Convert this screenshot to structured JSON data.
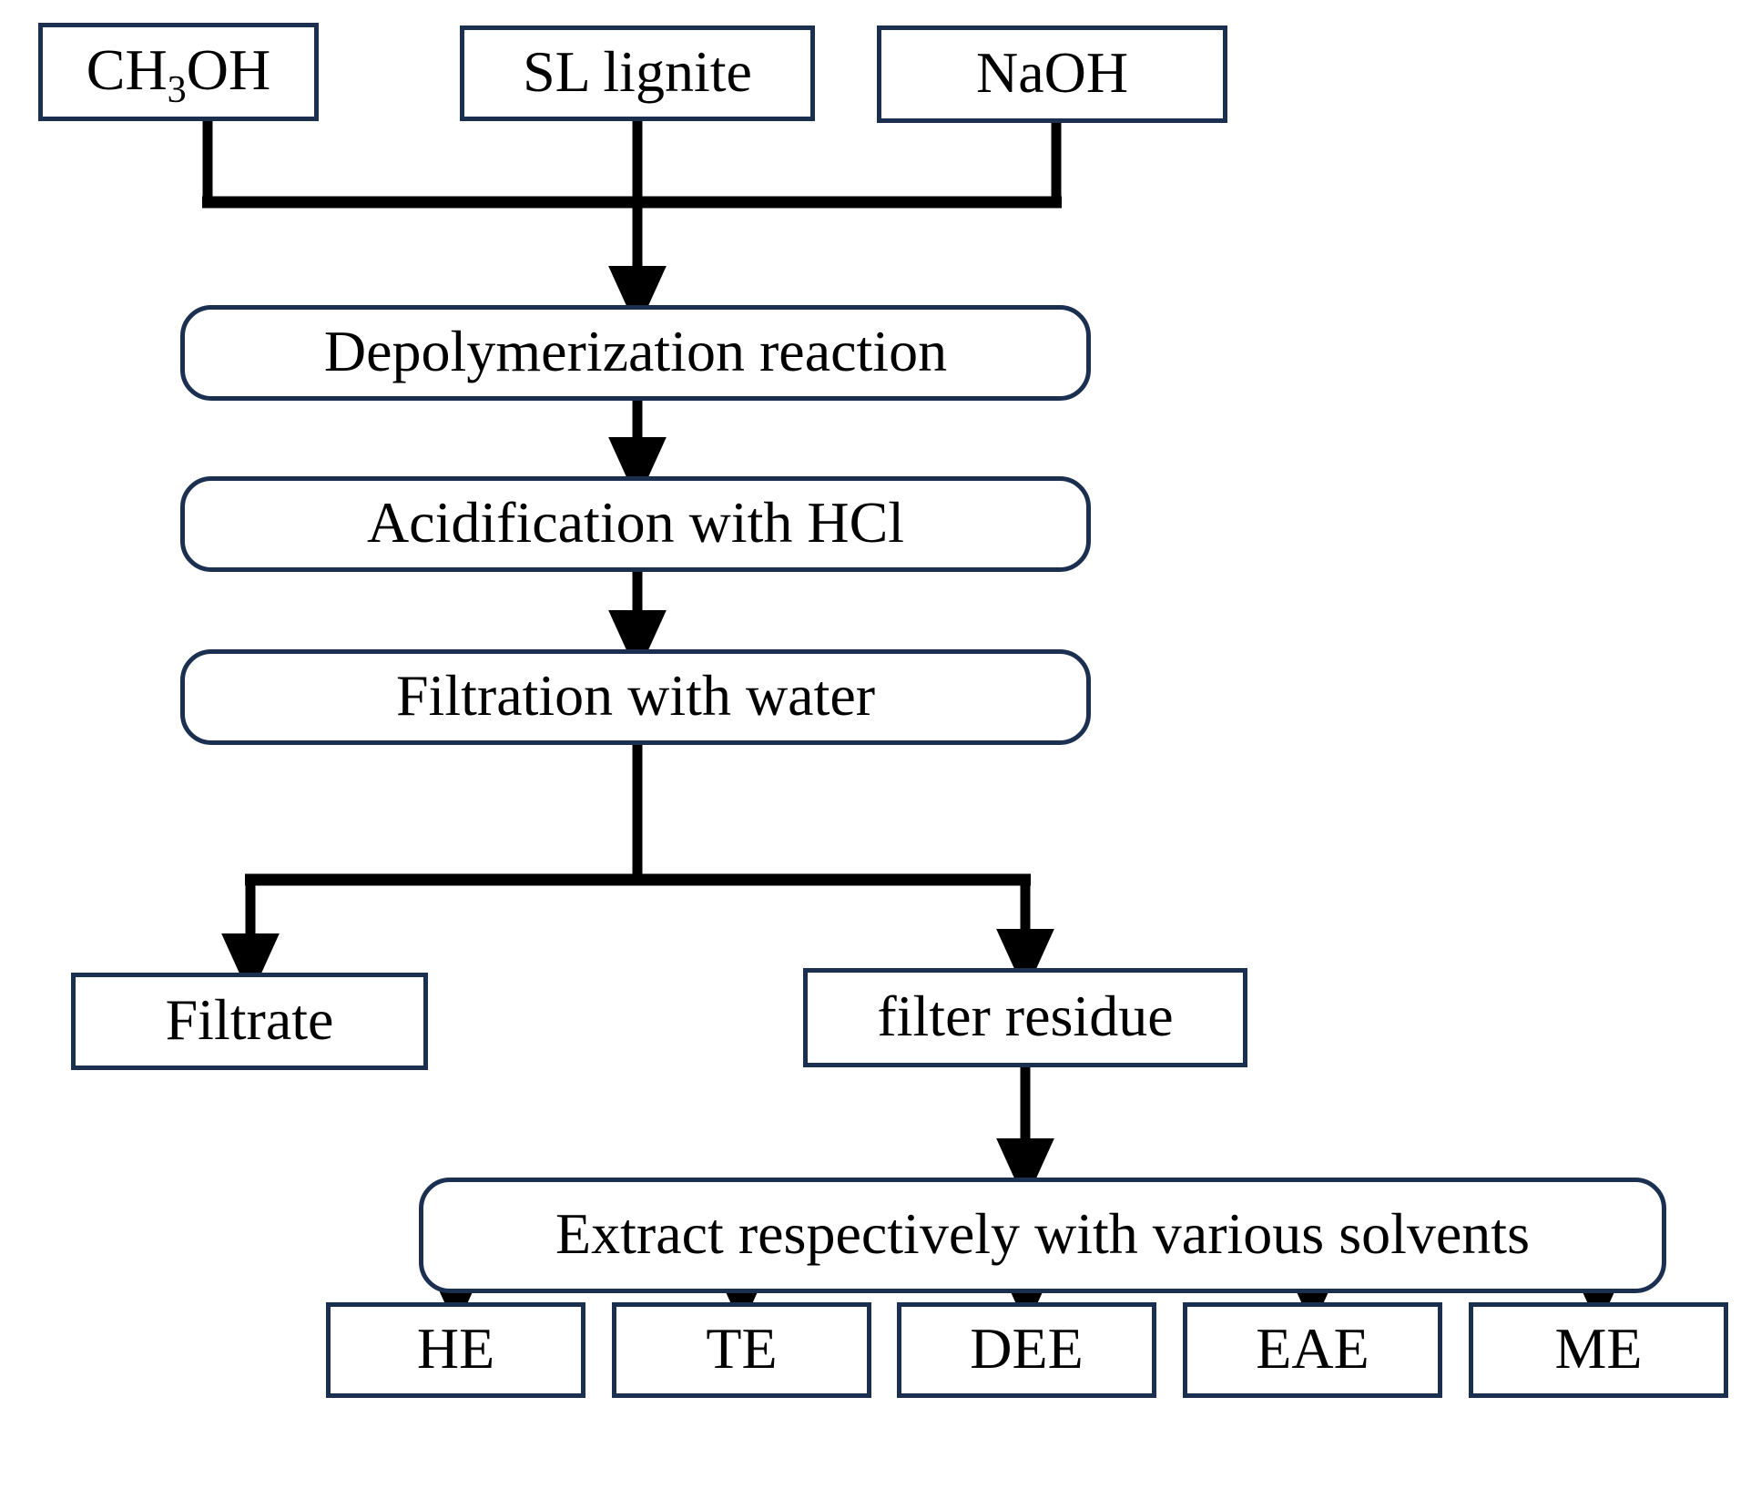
{
  "diagram": {
    "title": "Lignite depolymerization and sequential solvent extraction flowchart",
    "type": "flowchart",
    "colors": {
      "box_border": "#1b3050",
      "box_fill": "#ffffff",
      "connector": "#000000",
      "text": "#000000",
      "background": "#ffffff"
    }
  },
  "nodes": {
    "reagent_ch3oh": {
      "text_main": "CH",
      "text_sub": "3",
      "text_tail": "OH",
      "shape": "rectangle"
    },
    "reagent_sl_lignite": {
      "label": "SL lignite",
      "shape": "rectangle"
    },
    "reagent_naoh": {
      "label": "NaOH",
      "shape": "rectangle"
    },
    "step_depolymerization": {
      "label": "Depolymerization reaction",
      "shape": "rounded-rectangle"
    },
    "step_acidification": {
      "label": "Acidification with HCl",
      "shape": "rounded-rectangle"
    },
    "step_filtration": {
      "label": "Filtration with water",
      "shape": "rounded-rectangle"
    },
    "output_filtrate": {
      "label": "Filtrate",
      "shape": "rectangle"
    },
    "output_filter_residue": {
      "label": "filter residue",
      "shape": "rectangle"
    },
    "step_extract": {
      "label": "Extract respectively with various solvents",
      "shape": "rounded-rectangle"
    },
    "products": [
      {
        "label": "HE",
        "shape": "rectangle"
      },
      {
        "label": "TE",
        "shape": "rectangle"
      },
      {
        "label": "DEE",
        "shape": "rectangle"
      },
      {
        "label": "EAE",
        "shape": "rectangle"
      },
      {
        "label": "ME",
        "shape": "rectangle"
      }
    ]
  },
  "edges": [
    {
      "from": "reagent_ch3oh",
      "to": "step_depolymerization",
      "style": "elbow-merge-arrow"
    },
    {
      "from": "reagent_sl_lignite",
      "to": "step_depolymerization",
      "style": "straight-arrow"
    },
    {
      "from": "reagent_naoh",
      "to": "step_depolymerization",
      "style": "elbow-merge-arrow"
    },
    {
      "from": "step_depolymerization",
      "to": "step_acidification",
      "style": "straight-arrow"
    },
    {
      "from": "step_acidification",
      "to": "step_filtration",
      "style": "straight-arrow"
    },
    {
      "from": "step_filtration",
      "to": "output_filtrate",
      "style": "elbow-split-arrow"
    },
    {
      "from": "step_filtration",
      "to": "output_filter_residue",
      "style": "elbow-split-arrow"
    },
    {
      "from": "output_filter_residue",
      "to": "step_extract",
      "style": "straight-arrow"
    },
    {
      "from": "step_extract",
      "to": "HE",
      "style": "straight-arrow"
    },
    {
      "from": "step_extract",
      "to": "TE",
      "style": "straight-arrow"
    },
    {
      "from": "step_extract",
      "to": "DEE",
      "style": "straight-arrow"
    },
    {
      "from": "step_extract",
      "to": "EAE",
      "style": "straight-arrow"
    },
    {
      "from": "step_extract",
      "to": "ME",
      "style": "straight-arrow"
    }
  ]
}
